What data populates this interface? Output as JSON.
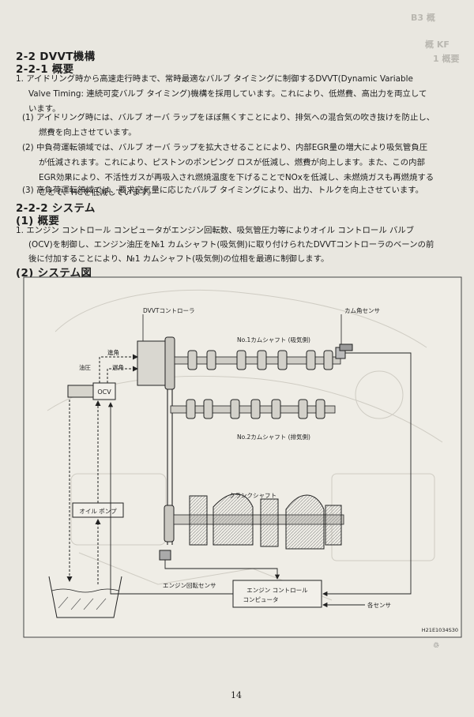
{
  "headings": {
    "h_2_2": "2-2  DVVT機構",
    "h_2_2_1": "2-2-1  概要",
    "h_2_2_2": "2-2-2  システム",
    "h_overview": "(1) 概要",
    "h_diagram": "(2) システム図"
  },
  "body": {
    "p1_line1": "1.  アイドリング時から高速走行時まで、常時最適なバルブ タイミングに制御するDVVT(Dynamic Variable",
    "p1_line2": "Valve Timing: 連続可変バルブ タイミング)機構を採用しています。これにより、低燃費、高出力を両立して",
    "p1_line3": "います。",
    "p1_1_line1": "(1) アイドリング時には、バルブ オーバ ラップをほぼ無くすことにより、排気への混合気の吹き抜けを防止し、",
    "p1_1_line2": "燃費を向上させています。",
    "p1_2_line1": "(2) 中負荷運転領域では、バルブ オーバ ラップを拡大させることにより、内部EGR量の増大により吸気管負圧",
    "p1_2_line2": "が低減されます。これにより、ピストンのポンピング ロスが低減し、燃費が向上します。また、この内部",
    "p1_2_line3": "EGR効果により、不活性ガスが再吸入され燃焼温度を下げることでNOxを低減し、未燃焼ガスも再燃焼する",
    "p1_2_line4": "ことで、HCを低減しています。",
    "p1_3_line1": "(3) 高負荷運転領域では、要求空気量に応じたバルブ タイミングにより、出力、トルクを向上させています。",
    "s1_line1": "1.  エンジン コントロール コンピュータがエンジン回転数、吸気管圧力等によりオイル コントロール バルブ",
    "s1_line2": "(OCV)を制御し、エンジン油圧を№1 カムシャフト(吸気側)に取り付けられたDVVTコントローラのベーンの前",
    "s1_line3": "後に付加することにより、№1 カムシャフト(吸気側)の位相を最適に制御します。"
  },
  "diagram": {
    "dvvt_controller": "DVVTコントローラ",
    "cam_sensor": "カム角センサ",
    "cam1": "No.1カムシャフト (吸気側)",
    "cam2": "No.2カムシャフト (排気側)",
    "crank": "クランクシャフト",
    "advance": "進角",
    "oil_pressure": "油圧",
    "retard": "遅角",
    "ocv": "OCV",
    "oil_pump": "オイル  ポンプ",
    "engine_speed_sensor": "エンジン回転センサ",
    "ecu_line1": "エンジン  コントロール",
    "ecu_line2": "コンピュータ",
    "sensors": "各センサ",
    "figure_code": "H21E1034S30"
  },
  "ghost_text": {
    "margin_1": "B3 概",
    "margin_2": "概 KF",
    "margin_3": "1 概要"
  },
  "page_number": "14"
}
